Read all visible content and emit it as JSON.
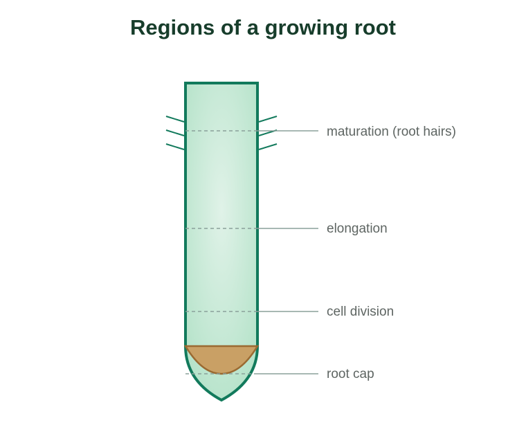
{
  "title": "Regions of a growing root",
  "colors": {
    "title": "#173d2b",
    "root_outline": "#127a5c",
    "root_fill_light": "#e0f2e8",
    "root_fill": "#b6e3ca",
    "root_cap_fill": "#c9a065",
    "root_cap_outline": "#9a6a32",
    "guide_line": "#8aa09a",
    "label_text": "#5e6562"
  },
  "regions": [
    {
      "id": "maturation",
      "label": "maturation (root hairs)"
    },
    {
      "id": "elongation",
      "label": "elongation"
    },
    {
      "id": "cell-division",
      "label": "cell division"
    },
    {
      "id": "root-cap",
      "label": "root cap"
    }
  ]
}
